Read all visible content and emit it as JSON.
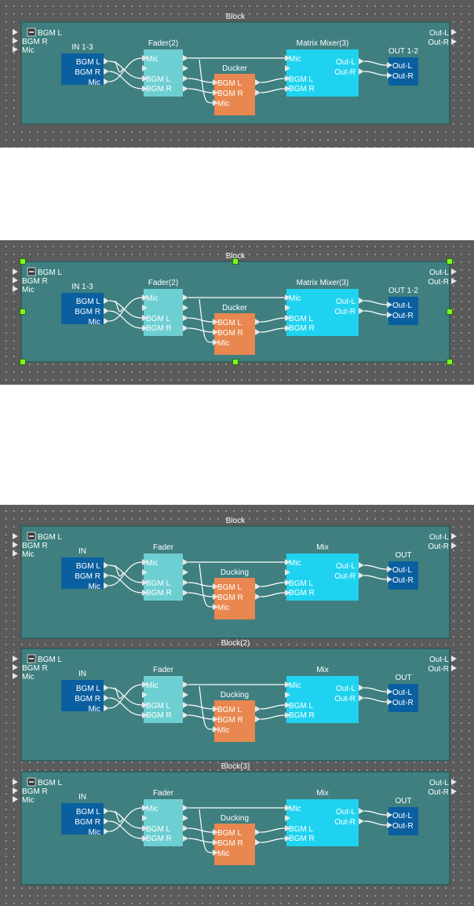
{
  "colors": {
    "canvas": "#5b5b5b",
    "block_fill": "#3f7f7f",
    "block_border": "#2e5b5b",
    "block_border_selected": "#8fbfbf",
    "in_out": "#0a5fa0",
    "fader": "#6dcfd2",
    "ducker": "#e8874f",
    "mixer": "#1fd3f0",
    "port": "#e6e6e6",
    "wire": "#ffffff",
    "handle": "#7cfc1e"
  },
  "panels": [
    {
      "id": "panel-1",
      "selected": false,
      "blocks": [
        {
          "title": "Block",
          "collapse_icon": "minus-box-icon",
          "left_ports": [
            "BGM L",
            "BGM R",
            "Mic"
          ],
          "right_ports": [
            "Out-L",
            "Out-R"
          ],
          "in": {
            "title": "IN 1-3",
            "ports": [
              "BGM L",
              "BGM R",
              "Mic"
            ]
          },
          "fader": {
            "title": "Fader(2)",
            "ports": [
              "Mic",
              "BGM L",
              "BGM R"
            ]
          },
          "ducker": {
            "title": "Ducker",
            "ports": [
              "BGM L",
              "BGM R",
              "Mic"
            ]
          },
          "mixer": {
            "title": "Matrix Mixer(3)",
            "in_ports": [
              "Mic",
              "BGM L",
              "BGM R"
            ],
            "out_ports": [
              "Out-L",
              "Out-R"
            ]
          },
          "out": {
            "title": "OUT 1-2",
            "ports": [
              "Out-L",
              "Out-R"
            ]
          }
        }
      ]
    },
    {
      "id": "panel-2",
      "selected": true,
      "blocks": [
        {
          "title": "Block",
          "collapse_icon": "minus-box-icon",
          "left_ports": [
            "BGM L",
            "BGM R",
            "Mic"
          ],
          "right_ports": [
            "Out-L",
            "Out-R"
          ],
          "in": {
            "title": "IN 1-3",
            "ports": [
              "BGM L",
              "BGM R",
              "Mic"
            ]
          },
          "fader": {
            "title": "Fader(2)",
            "ports": [
              "Mic",
              "BGM L",
              "BGM R"
            ]
          },
          "ducker": {
            "title": "Ducker",
            "ports": [
              "BGM L",
              "BGM R",
              "Mic"
            ]
          },
          "mixer": {
            "title": "Matrix Mixer(3)",
            "in_ports": [
              "Mic",
              "BGM L",
              "BGM R"
            ],
            "out_ports": [
              "Out-L",
              "Out-R"
            ]
          },
          "out": {
            "title": "OUT 1-2",
            "ports": [
              "Out-L",
              "Out-R"
            ]
          }
        }
      ]
    },
    {
      "id": "panel-3",
      "selected": false,
      "blocks": [
        {
          "title": "Block",
          "collapse_icon": "minus-box-icon",
          "left_ports": [
            "BGM L",
            "BGM R",
            "Mic"
          ],
          "right_ports": [
            "Out-L",
            "Out-R"
          ],
          "in": {
            "title": "IN",
            "ports": [
              "BGM L",
              "BGM R",
              "Mic"
            ]
          },
          "fader": {
            "title": "Fader",
            "ports": [
              "Mic",
              "BGM L",
              "BGM R"
            ]
          },
          "ducker": {
            "title": "Ducking",
            "ports": [
              "BGM L",
              "BGM R",
              "Mic"
            ]
          },
          "mixer": {
            "title": "Mix",
            "in_ports": [
              "Mic",
              "BGM L",
              "BGM R"
            ],
            "out_ports": [
              "Out-L",
              "Out-R"
            ]
          },
          "out": {
            "title": "OUT",
            "ports": [
              "Out-L",
              "Out-R"
            ]
          }
        },
        {
          "title": "Block(2)",
          "collapse_icon": "minus-box-icon",
          "left_ports": [
            "BGM L",
            "BGM R",
            "Mic"
          ],
          "right_ports": [
            "Out-L",
            "Out-R"
          ],
          "in": {
            "title": "IN",
            "ports": [
              "BGM L",
              "BGM R",
              "Mic"
            ]
          },
          "fader": {
            "title": "Fader",
            "ports": [
              "Mic",
              "BGM L",
              "BGM R"
            ]
          },
          "ducker": {
            "title": "Ducking",
            "ports": [
              "BGM L",
              "BGM R",
              "Mic"
            ]
          },
          "mixer": {
            "title": "Mix",
            "in_ports": [
              "Mic",
              "BGM L",
              "BGM R"
            ],
            "out_ports": [
              "Out-L",
              "Out-R"
            ]
          },
          "out": {
            "title": "OUT",
            "ports": [
              "Out-L",
              "Out-R"
            ]
          }
        },
        {
          "title": "Block(3)",
          "collapse_icon": "minus-box-icon",
          "left_ports": [
            "BGM L",
            "BGM R",
            "Mic"
          ],
          "right_ports": [
            "Out-L",
            "Out-R"
          ],
          "in": {
            "title": "IN",
            "ports": [
              "BGM L",
              "BGM R",
              "Mic"
            ]
          },
          "fader": {
            "title": "Fader",
            "ports": [
              "Mic",
              "BGM L",
              "BGM R"
            ]
          },
          "ducker": {
            "title": "Ducking",
            "ports": [
              "BGM L",
              "BGM R",
              "Mic"
            ]
          },
          "mixer": {
            "title": "Mix",
            "in_ports": [
              "Mic",
              "BGM L",
              "BGM R"
            ],
            "out_ports": [
              "Out-L",
              "Out-R"
            ]
          },
          "out": {
            "title": "OUT",
            "ports": [
              "Out-L",
              "Out-R"
            ]
          }
        }
      ]
    }
  ]
}
